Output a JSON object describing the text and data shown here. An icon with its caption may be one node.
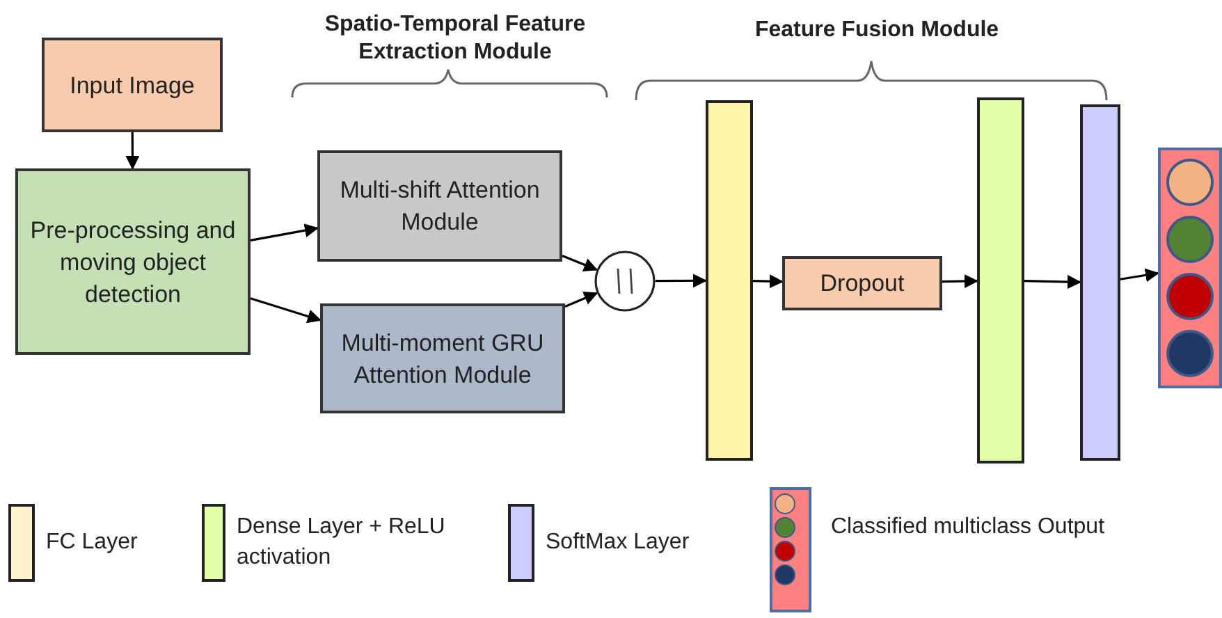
{
  "diagram": {
    "nodes": [
      {
        "text": [
          "Input Image"
        ]
      },
      {
        "text": [
          "Pre-processing and moving object detection"
        ]
      },
      {
        "text": [
          "Multi-shift Attention Module"
        ]
      },
      {
        "text": [
          "Multi-moment GRU Attention Module"
        ]
      },
      {
        "text": [],
        "shape": "circle"
      },
      {
        "text": [],
        "shape": "bar"
      },
      {
        "text": [
          "Dropout"
        ]
      },
      {
        "text": [],
        "shape": "bar"
      },
      {
        "text": [],
        "shape": "bar"
      },
      {
        "text": [],
        "shape": "box"
      }
    ],
    "edges": [
      {
        "from": 0,
        "to": 1,
        "arrow": "to"
      },
      {
        "from": 1,
        "to": 2,
        "arrow": "to"
      },
      {
        "from": 1,
        "to": 3,
        "arrow": "to"
      },
      {
        "from": 2,
        "to": 4,
        "arrow": "to"
      },
      {
        "from": 3,
        "to": 4,
        "arrow": "to"
      },
      {
        "from": 4,
        "to": 5,
        "arrow": "to"
      },
      {
        "from": 5,
        "to": 6,
        "arrow": "to"
      },
      {
        "from": 6,
        "to": 7,
        "arrow": "to"
      },
      {
        "from": 7,
        "to": 8,
        "arrow": "to"
      },
      {
        "from": 8,
        "to": 9,
        "arrow": "to"
      }
    ],
    "labels": [
      "Spatio-Temporal Feature Extraction Module",
      "Feature Fusion Module"
    ],
    "legend": [
      {
        "text": "FC Layer",
        "color": "#fff2cc"
      },
      {
        "text": "Dense Layer + ReLU activation",
        "color": "#e2ffa8"
      },
      {
        "text": "SoftMax Layer",
        "color": "#ccccff"
      },
      {
        "text": "Classified multiclass Output"
      }
    ]
  }
}
